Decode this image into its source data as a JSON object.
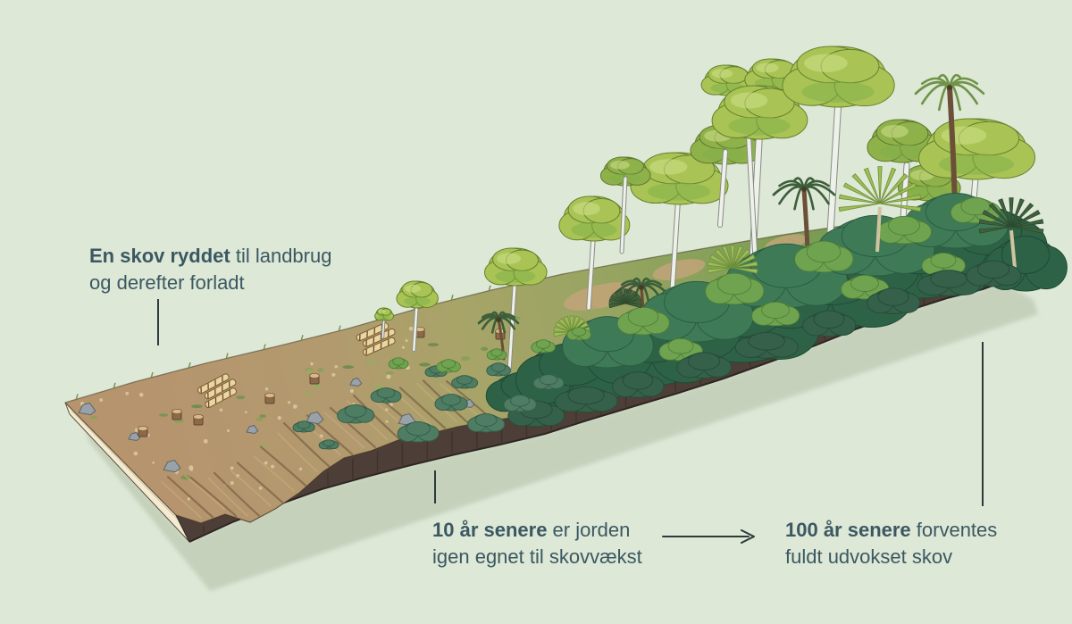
{
  "annotations": {
    "cleared": {
      "bold": "En skov ryddet",
      "regular": " til landbrug",
      "line2": "og derefter forladt"
    },
    "ten_years": {
      "bold": "10 år senere",
      "regular": " er jorden",
      "line2": "igen egnet til skovvækst"
    },
    "hundred_years": {
      "bold": "100 år senere",
      "regular": " forventes",
      "line2": "fuldt udvokset skov"
    }
  },
  "colors": {
    "background": "#dde8d6",
    "ink": "#3b5862",
    "connector": "#2c3b3c",
    "shadow": "#c5d1bb",
    "soil-cut-cream": "#f4ebd3",
    "soil-cut-dark": "#4d3f38",
    "soil-bare": "#b4926c",
    "grass-olive": "#a5a466",
    "grass-green": "#6f9a52",
    "canopy-light": "#a9c455",
    "canopy-dark": "#2e6247",
    "shrub-teal": "#4e7d64",
    "trunk-pale": "#eef0ea",
    "trunk-brown": "#6b4f38",
    "rock-gray": "#98a2a8"
  }
}
